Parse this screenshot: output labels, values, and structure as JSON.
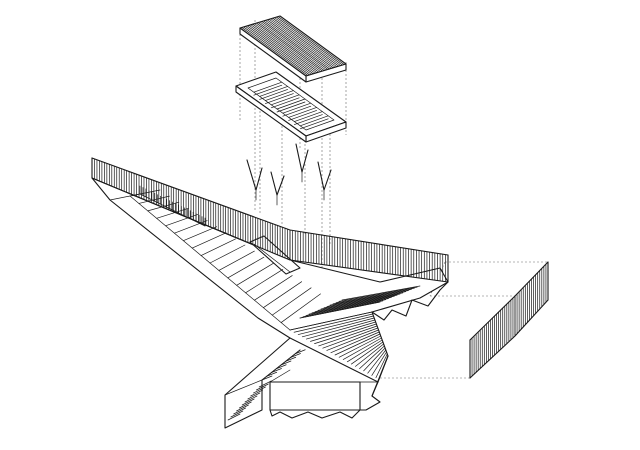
{
  "drawing": {
    "stroke_color": "#1a1a1a",
    "background": "#ffffff",
    "components": [
      "roof-canopy",
      "deck-frame",
      "support-columns",
      "perimeter-fence",
      "stepped-terrace",
      "lower-stair",
      "retaining-block",
      "detached-fence"
    ]
  }
}
